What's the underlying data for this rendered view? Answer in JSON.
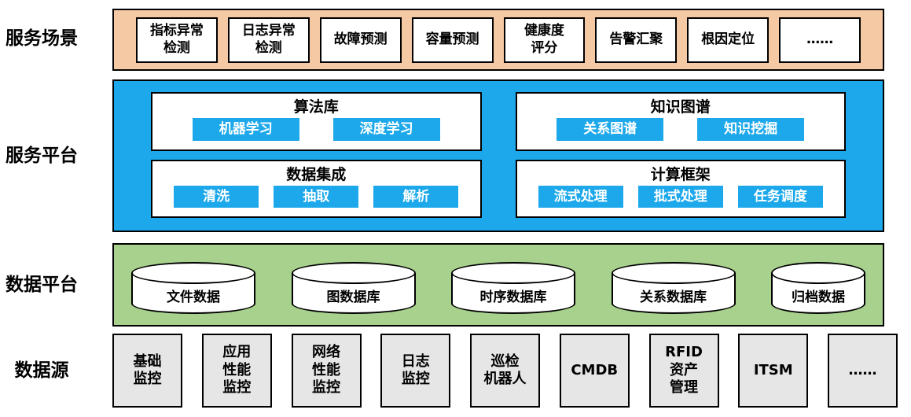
{
  "colors": {
    "scenario_bg": "#F6C9A5",
    "platform_bg": "#1CA8EA",
    "button_bg": "#1CA8EA",
    "data_bg": "#A9D18E",
    "source_bg": "#E7E6E6",
    "border": "#000000"
  },
  "scenarios": {
    "label": "服务场景",
    "items": [
      "指标异常\n检测",
      "日志异常\n检测",
      "故障预测",
      "容量预测",
      "健康度\n评分",
      "告警汇聚",
      "根因定位",
      "……"
    ]
  },
  "platform": {
    "label": "服务平台",
    "panels": [
      {
        "title": "算法库",
        "buttons": [
          "机器学习",
          "深度学习"
        ]
      },
      {
        "title": "知识图谱",
        "buttons": [
          "关系图谱",
          "知识挖掘"
        ]
      },
      {
        "title": "数据集成",
        "buttons": [
          "清洗",
          "抽取",
          "解析"
        ]
      },
      {
        "title": "计算框架",
        "buttons": [
          "流式处理",
          "批式处理",
          "任务调度"
        ]
      }
    ]
  },
  "data_platform": {
    "label": "数据平台",
    "databases": [
      "文件数据",
      "图数据库",
      "时序数据库",
      "关系数据库",
      "归档数据"
    ]
  },
  "sources": {
    "label": "数据源",
    "items": [
      "基础\n监控",
      "应用\n性能\n监控",
      "网络\n性能\n监控",
      "日志\n监控",
      "巡检\n机器人",
      "CMDB",
      "RFID\n资产\n管理",
      "ITSM",
      "……"
    ]
  }
}
